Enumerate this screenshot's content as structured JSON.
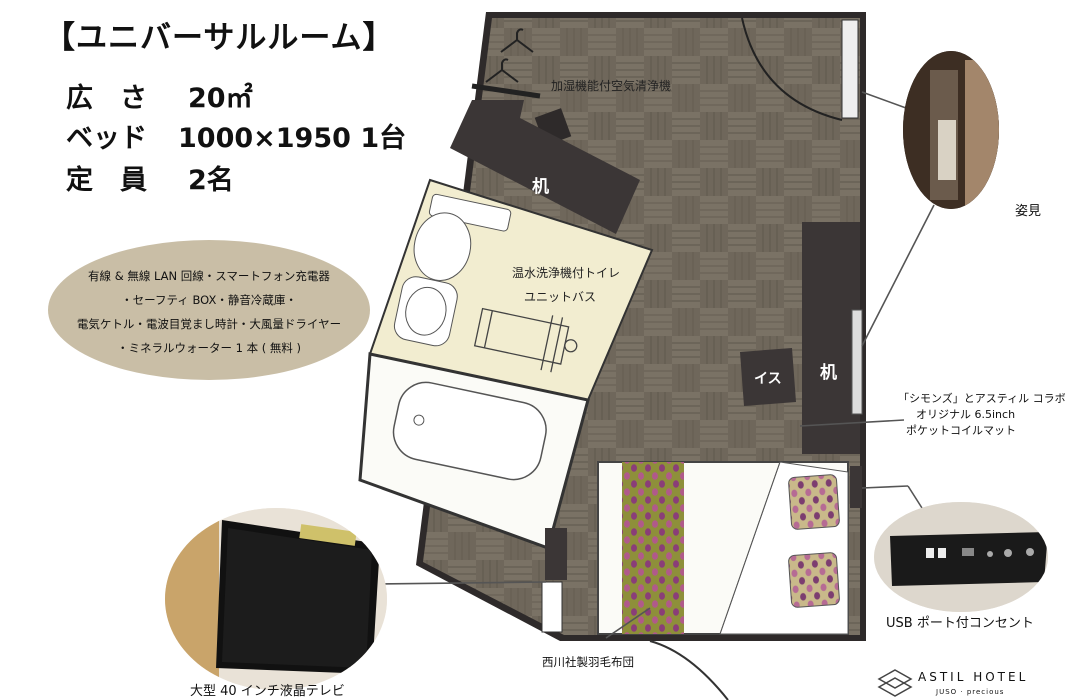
{
  "title": "【ユニバーサルルーム】",
  "specs": [
    {
      "label": "広　さ",
      "value": "20㎡"
    },
    {
      "label": "ベッド",
      "value": "1000×1950 1台"
    },
    {
      "label": "定　員",
      "value": "2名"
    }
  ],
  "amenities": [
    "有線 & 無線 LAN 回線・スマートフォン充電器",
    "・セーフティ BOX・静音冷蔵庫・",
    "電気ケトル・電波目覚まし時計・大風量ドライヤー",
    "・ミネラルウォーター 1 本 ( 無料 )"
  ],
  "floorplan": {
    "humidifier": "加湿機能付空気清浄機",
    "desk_top": "机",
    "toilet_line1": "温水洗浄機付トイレ",
    "toilet_line2": "ユニットバス",
    "chair": "イス",
    "desk_right": "机"
  },
  "callouts": {
    "mirror": "姿見",
    "mattress_line1": "「シモンズ」とアスティル コラボ",
    "mattress_line2": "オリジナル 6.5inch",
    "mattress_line3": "ポケットコイルマット",
    "outlet": "USB ポート付コンセント",
    "futon": "西川社製羽毛布団",
    "tv": "大型 40 インチ液晶テレビ"
  },
  "brand": {
    "name": "ASTIL HOTEL",
    "sub": "JUSO · precious"
  },
  "colors": {
    "carpet": "#6b6357",
    "dark_furniture": "#3b3636",
    "bathroom_floor": "#f2edd0",
    "amenity_bg": "#c9bea6",
    "bedspread": "#8e8f3a"
  },
  "icons": [
    "hanger-icon",
    "astil-logo-icon"
  ]
}
